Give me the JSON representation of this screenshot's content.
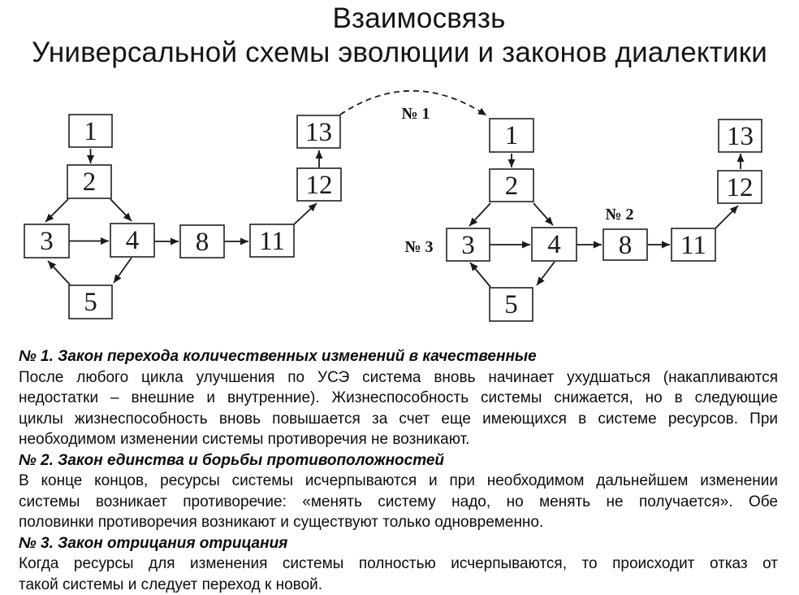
{
  "title": {
    "line1": "Взаимосвязь",
    "line2": "Универсальной схемы эволюции и законов диалектики"
  },
  "diagram": {
    "boxes": {
      "b1": "1",
      "b2": "2",
      "b3": "3",
      "b4": "4",
      "b5": "5",
      "b8": "8",
      "b11": "11",
      "b12": "12",
      "b13": "13"
    },
    "labels": {
      "law1": "№ 1",
      "law2": "№ 2",
      "law3": "№ 3"
    }
  },
  "laws": [
    {
      "heading": "№ 1. Закон перехода количественных изменений в качественные",
      "lines": [
        "После любого цикла улучшения по УСЭ система вновь начинает ухудшаться (накапливаются",
        "недостатки – внешние и внутренние). Жизнеспособность системы снижается, но в следующие",
        "циклы жизнеспособность вновь повышается за счет еще имеющихся в системе ресурсов. При",
        "необходимом изменении системы противоречия не возникают."
      ]
    },
    {
      "heading": "№ 2. Закон единства и борьбы противоположностей",
      "lines": [
        "В конце концов, ресурсы системы исчерпываются и при необходимом дальнейшем изменении",
        "системы возникает противоречие: «менять систему надо, но менять не получается». Обе",
        "половинки противоречия возникают и существуют только одновременно."
      ]
    },
    {
      "heading": "№ 3. Закон отрицания отрицания",
      "lines": [
        "Когда ресурсы для изменения системы полностью исчерпываются, то происходит отказ от",
        "такой системы и следует переход к новой."
      ]
    }
  ]
}
